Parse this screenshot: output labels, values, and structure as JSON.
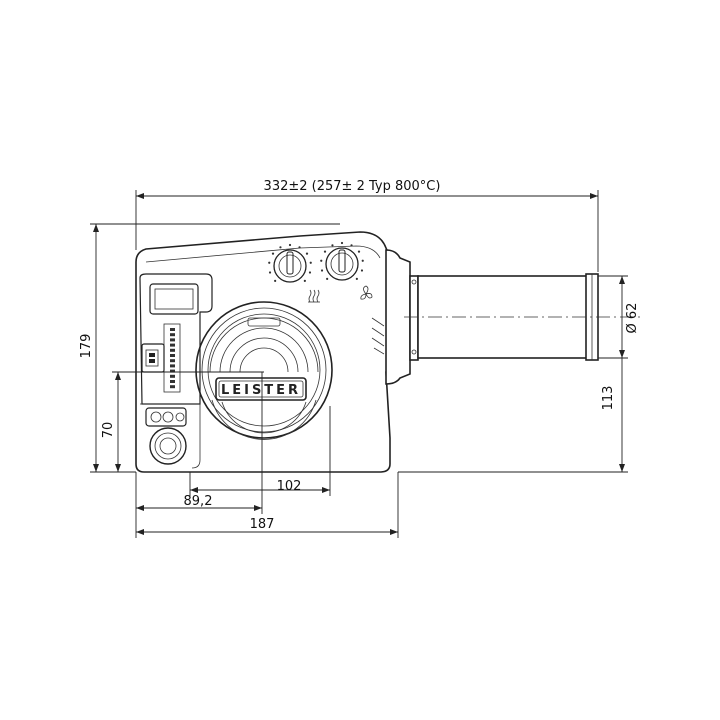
{
  "dimensions": {
    "overall_length": "332±2 (257± 2 Typ 800°C)",
    "height": "179",
    "nozzle_diameter": "Ø 62",
    "nozzle_axis_height": "113",
    "base_height": "70",
    "dim_102": "102",
    "dim_89": "89,2",
    "dim_187": "187"
  },
  "label": {
    "brand": "LEISTER"
  }
}
